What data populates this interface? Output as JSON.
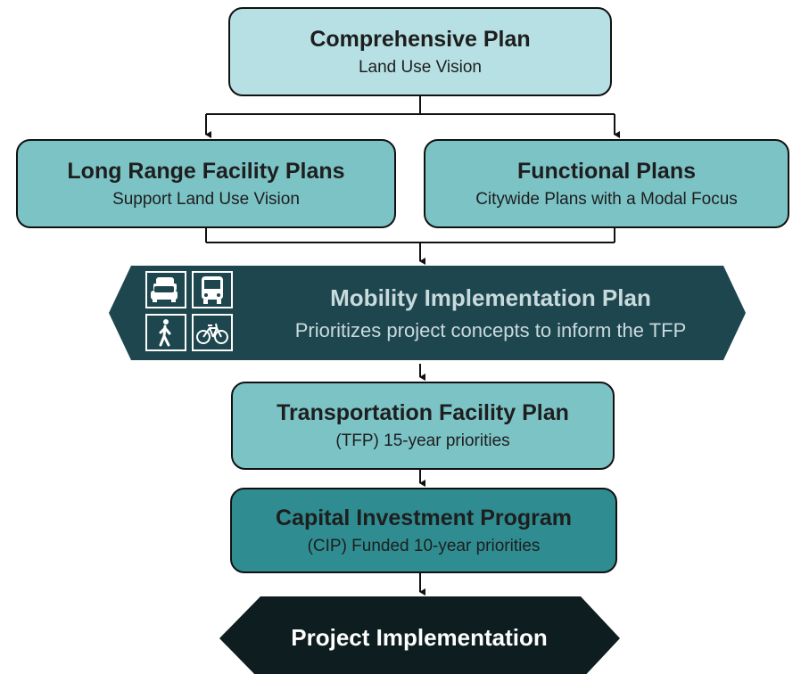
{
  "colors": {
    "light_box": "#b6e0e3",
    "mid_box": "#7cc3c6",
    "dark_box": "#2f8d91",
    "mobility_band": "#1d464e",
    "mobility_text": "#c9dadd",
    "implementation": "#0e1d1f",
    "line": "#111111"
  },
  "comprehensive_plan": {
    "title": "Comprehensive Plan",
    "subtitle": "Land Use Vision"
  },
  "long_range_facility_plans": {
    "title": "Long Range Facility Plans",
    "subtitle": "Support Land Use Vision"
  },
  "functional_plans": {
    "title": "Functional Plans",
    "subtitle": "Citywide Plans with a Modal Focus"
  },
  "mobility_implementation_plan": {
    "title": "Mobility Implementation Plan",
    "subtitle": "Prioritizes project concepts to inform the TFP",
    "mode_icons": [
      "cars-icon",
      "bus-icon",
      "pedestrian-icon",
      "bicycle-icon"
    ]
  },
  "transportation_facility_plan": {
    "title": "Transportation Facility Plan",
    "subtitle": "(TFP) 15-year priorities"
  },
  "capital_investment_program": {
    "title": "Capital Investment Program",
    "subtitle": "(CIP) Funded 10-year priorities"
  },
  "project_implementation": {
    "title": "Project Implementation"
  }
}
